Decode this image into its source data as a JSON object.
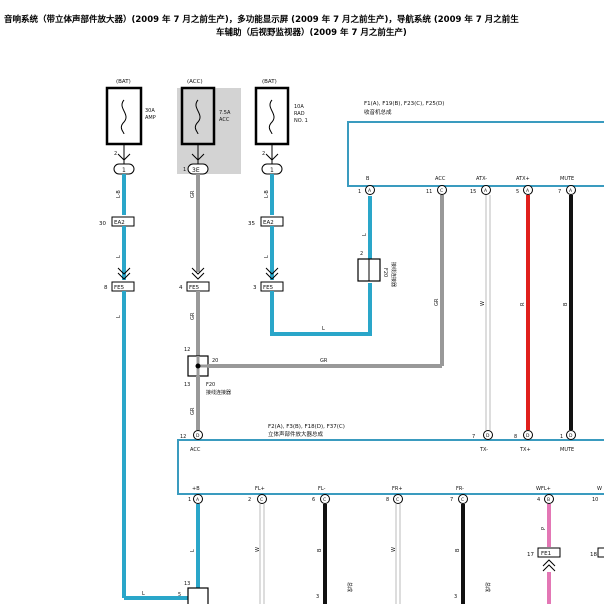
{
  "title": {
    "line1": "音响系统（带立体声部件放大器）(2009 年 7 月之前生产)，多功能显示屏 (2009 年 7 月之前生产)，导航系统 (2009 年 7 月之前生",
    "line2": "车辅助（后视野监视器）(2009 年 7 月之前生产)"
  },
  "fuses": [
    {
      "source": "(BAT)",
      "amp": "30A",
      "name": "AMP",
      "pin_top": "2",
      "pin_bot": "1",
      "connector_mark": ""
    },
    {
      "source": "(ACC)",
      "amp": "7.5A",
      "name": "ACC",
      "pin_top": "",
      "pin_bot": "1",
      "connector_mark": "3E"
    },
    {
      "source": "(BAT)",
      "amp": "10A",
      "name": "RAD",
      "name2": "NO. 1",
      "pin_top": "2",
      "pin_bot": "1",
      "connector_mark": ""
    }
  ],
  "wire_codes": {
    "lb": "L-B",
    "l": "L",
    "gr": "GR",
    "w": "W",
    "r": "R",
    "b": "B",
    "p": "P"
  },
  "connectors": {
    "ea2_a": {
      "pin": "30",
      "label": "EA2"
    },
    "ea2_b": {
      "pin": "35",
      "label": "EA2"
    },
    "fe5_a": {
      "pin": "8",
      "label": "FE5"
    },
    "fe5_b": {
      "pin": "4",
      "label": "FE5"
    },
    "fe5_c": {
      "pin": "3",
      "label": "FE5"
    },
    "fe1": {
      "pin": "17",
      "label": "FE1"
    },
    "fe1_pin2": "18"
  },
  "radio": {
    "ref": "F1(A), F19(B), F23(C), F25(D)",
    "name": "收音机总成",
    "terms": [
      {
        "pin": "1",
        "conn": "A",
        "label": "B"
      },
      {
        "pin": "11",
        "conn": "C",
        "label": "ACC"
      },
      {
        "pin": "15",
        "conn": "A",
        "label": "ATX-"
      },
      {
        "pin": "5",
        "conn": "A",
        "label": "ATX+"
      },
      {
        "pin": "7",
        "conn": "A",
        "label": "MUTE"
      }
    ]
  },
  "splice_top": {
    "pin": "2",
    "ref": "F20",
    "name": "接线连接器"
  },
  "splice_mid": {
    "pin_top": "12",
    "pin_right": "20",
    "pin_bot": "13",
    "ref": "F20",
    "name": "接线连接器"
  },
  "splice_bottom": {
    "pin_top": "13",
    "pin_left": "5"
  },
  "amp": {
    "ref": "F2(A), F3(B), F18(D), F37(C)",
    "name": "立体声部件放大器总成",
    "top_terms": [
      {
        "pin": "12",
        "conn": "D",
        "label": "ACC"
      },
      {
        "pin": "7",
        "conn": "D",
        "label": "TX-"
      },
      {
        "pin": "8",
        "conn": "D",
        "label": "TX+"
      },
      {
        "pin": "1",
        "conn": "D",
        "label": "MUTE"
      }
    ],
    "bottom_terms": [
      {
        "pin": "1",
        "conn": "A",
        "label": "+B"
      },
      {
        "pin": "2",
        "conn": "C",
        "label": "FL+"
      },
      {
        "pin": "6",
        "conn": "C",
        "label": "FL-"
      },
      {
        "pin": "8",
        "conn": "C",
        "label": "FR+"
      },
      {
        "pin": "7",
        "conn": "C",
        "label": "FR-"
      },
      {
        "pin": "4",
        "conn": "B",
        "label": "WFL+"
      },
      {
        "pin": "10",
        "conn": "",
        "label": "W"
      }
    ]
  },
  "bottom_labels": {
    "pin3a": "3",
    "pin3b": "3",
    "side_text": "总成"
  },
  "colors": {
    "blue": "#2aa6c9",
    "gray": "#999999",
    "red": "#e0201c",
    "black": "#111111",
    "pink": "#e377b5",
    "white_wire": "#bbbbbb",
    "fuse_shade": "#d3d3d3",
    "box_line": "#3a9bbf"
  }
}
